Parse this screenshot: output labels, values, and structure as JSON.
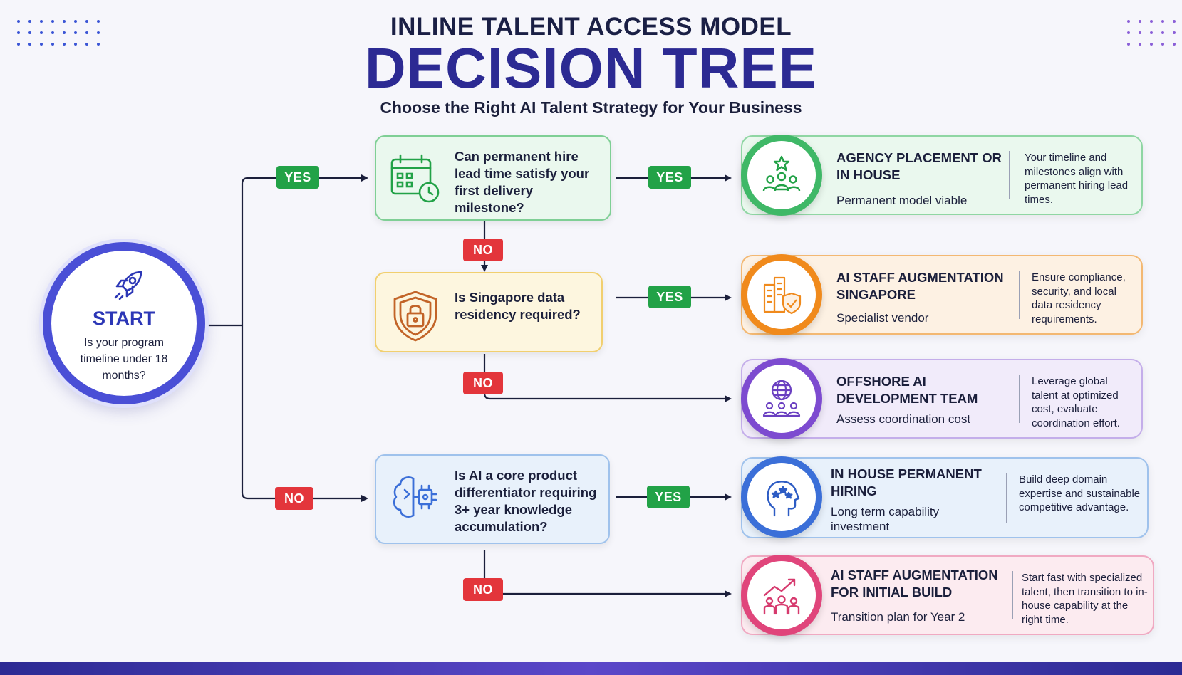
{
  "header": {
    "title_top": "INLINE TALENT ACCESS MODEL",
    "title_main": "DECISION TREE",
    "subtitle": "Choose the Right AI Talent Strategy for Your Business"
  },
  "start": {
    "label": "START",
    "question": "Is your program timeline under 18 months?"
  },
  "questions": [
    {
      "text": "Can permanent hire lead time satisfy your first delivery milestone?",
      "icon": "calendar-clock-icon"
    },
    {
      "text": "Is Singapore data residency required?",
      "icon": "shield-lock-icon"
    },
    {
      "text": "Is AI a core product differentiator requiring 3+ year knowledge accumulation?",
      "icon": "brain-chip-icon"
    }
  ],
  "badges": {
    "yes": "YES",
    "no": "NO"
  },
  "outcomes": [
    {
      "title": "AGENCY PLACEMENT OR IN HOUSE",
      "subtitle": "Permanent model viable",
      "description": "Your timeline and milestones align with permanent hiring lead times.",
      "icon": "team-star-icon"
    },
    {
      "title": "AI STAFF AUGMENTATION SINGAPORE",
      "subtitle": "Specialist vendor",
      "description": "Ensure compliance, security, and local data residency requirements.",
      "icon": "city-shield-icon"
    },
    {
      "title": "OFFSHORE AI DEVELOPMENT TEAM",
      "subtitle": "Assess coordination cost",
      "description": "Leverage global talent at optimized cost, evaluate coordination effort.",
      "icon": "globe-team-icon"
    },
    {
      "title": "IN HOUSE PERMANENT HIRING",
      "subtitle": "Long term capability investment",
      "description": "Build deep domain expertise and sustainable competitive advantage.",
      "icon": "head-stars-icon"
    },
    {
      "title": "AI STAFF AUGMENTATION FOR INITIAL BUILD",
      "subtitle": "Transition plan for Year 2",
      "description": "Start fast with specialized talent, then transition to in-house capability at the right time.",
      "icon": "growth-team-icon"
    }
  ],
  "colors": {
    "green": "#22a247",
    "orange": "#f08a1c",
    "purple": "#7d4bd0",
    "blue": "#3b6fd8",
    "pink": "#e0457b",
    "red": "#e3353b",
    "navy": "#2c2a93"
  }
}
